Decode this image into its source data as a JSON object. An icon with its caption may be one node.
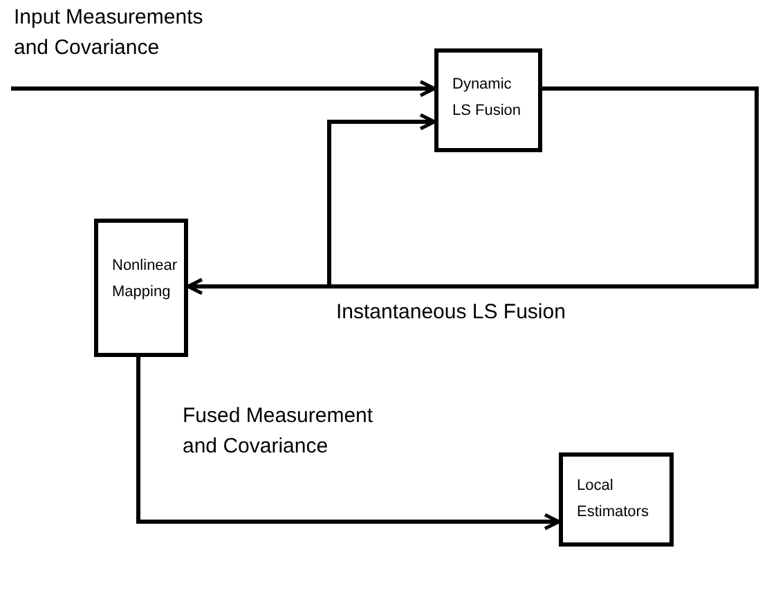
{
  "diagram": {
    "nodes": [
      {
        "text": [
          "Dynamic LS Fusion"
        ]
      },
      {
        "text": [
          "Nonlinear Mapping"
        ]
      },
      {
        "text": [
          "Local Estimators"
        ]
      }
    ],
    "edges": [
      {
        "from": null,
        "to": 0,
        "arrow": "to",
        "label": "Input Measurements and Covariance"
      },
      {
        "from": 0,
        "to": 1,
        "arrow": "to",
        "label": "Instantaneous LS Fusion"
      },
      {
        "from": 0,
        "to": 0,
        "arrow": "to"
      },
      {
        "from": 1,
        "to": 2,
        "arrow": "to",
        "label": "Fused Measurement and Covariance"
      }
    ]
  }
}
